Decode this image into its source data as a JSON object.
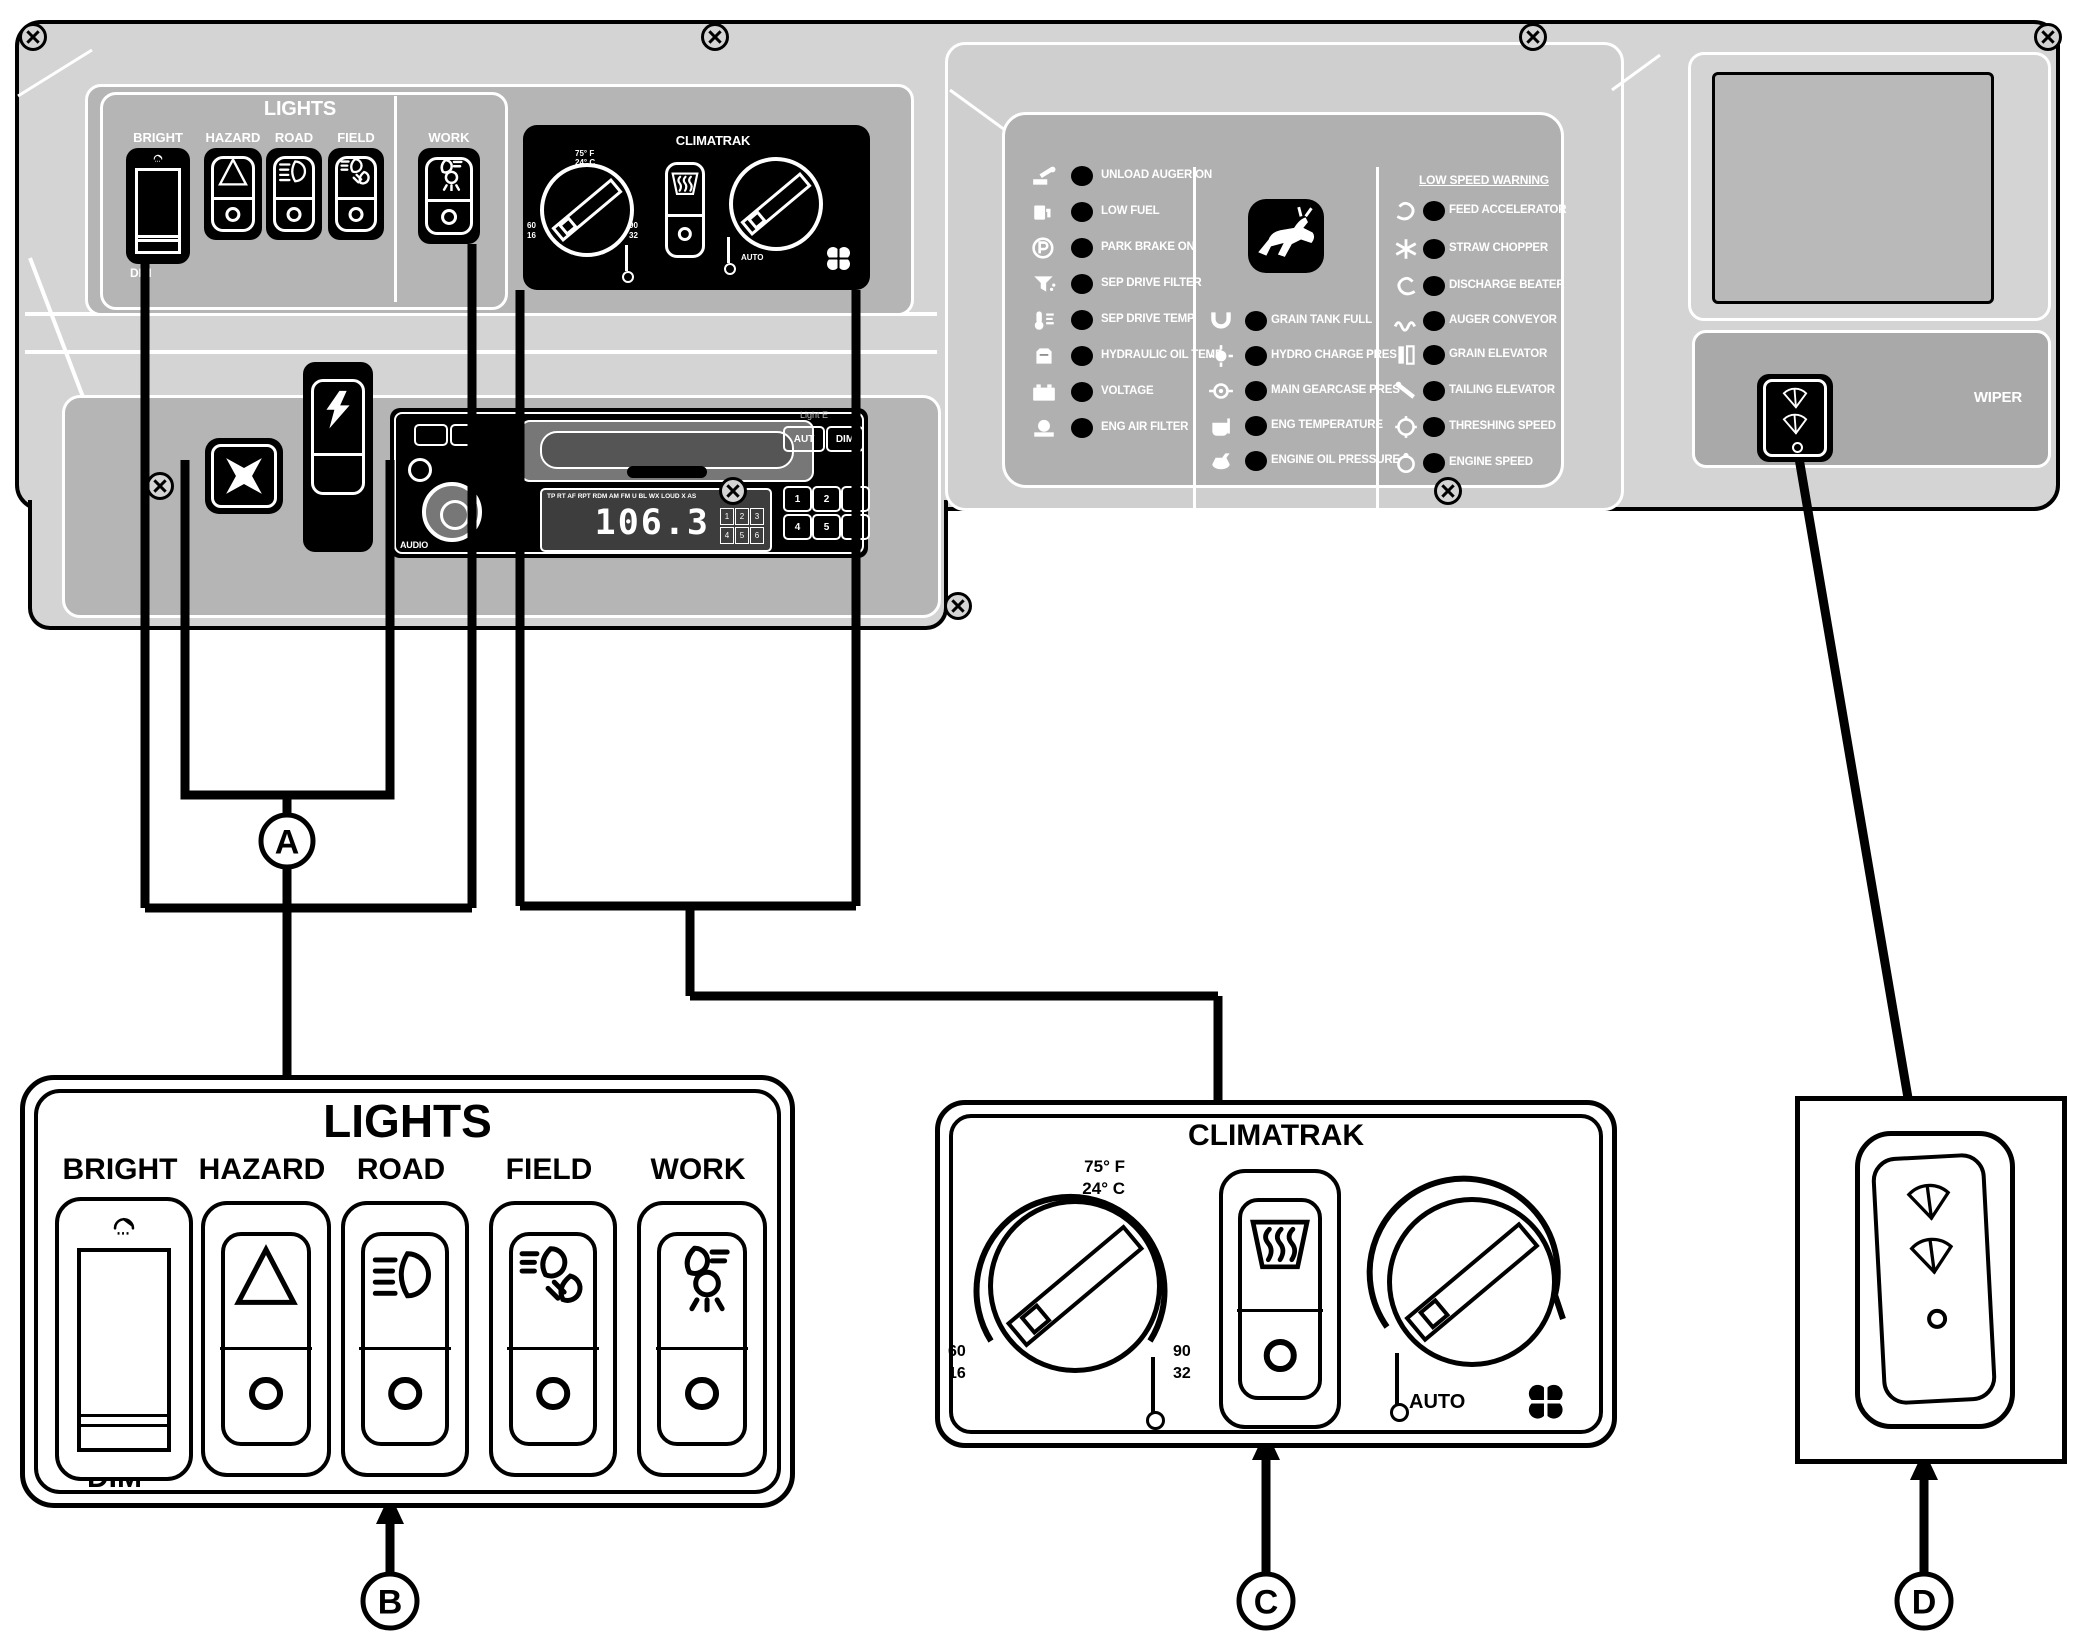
{
  "colors": {
    "surface": "#d4d4d4",
    "panel": "#b5b5b5",
    "panel_dark": "#a9a9a9",
    "ink": "#000000",
    "paper": "#ffffff"
  },
  "letters": {
    "a": "A",
    "b": "B",
    "c": "C",
    "d": "D"
  },
  "lights": {
    "title": "LIGHTS",
    "dim_label": "DIM",
    "switches": [
      {
        "label": "BRIGHT",
        "icon": "dimmer",
        "type": "slider"
      },
      {
        "label": "HAZARD",
        "icon": "hazard",
        "type": "rocker"
      },
      {
        "label": "ROAD",
        "icon": "road-beam",
        "type": "rocker"
      },
      {
        "label": "FIELD",
        "icon": "field-beam",
        "type": "rocker"
      },
      {
        "label": "WORK",
        "icon": "work-beam",
        "type": "rocker"
      }
    ]
  },
  "climatrak": {
    "title": "CLIMATRAK",
    "temp_f": "75° F",
    "temp_c": "24° C",
    "low_f": "60",
    "low_c": "16",
    "high_f": "90",
    "high_c": "32",
    "auto_label": "AUTO"
  },
  "warning_panel": {
    "low_speed_title": "LOW SPEED WARNING",
    "left_column": [
      {
        "icon": "auger",
        "label": "UNLOAD AUGER ON"
      },
      {
        "icon": "fuel",
        "label": "LOW FUEL"
      },
      {
        "icon": "park",
        "label": "PARK BRAKE ON"
      },
      {
        "icon": "filter",
        "label": "SEP DRIVE FILTER"
      },
      {
        "icon": "septemp",
        "label": "SEP DRIVE TEMP"
      },
      {
        "icon": "hydoil",
        "label": "HYDRAULIC OIL TEMP"
      },
      {
        "icon": "battery",
        "label": "VOLTAGE"
      },
      {
        "icon": "airfilter",
        "label": "ENG AIR FILTER"
      }
    ],
    "center_column": [
      {
        "icon": "graintank",
        "label": "GRAIN TANK FULL"
      },
      {
        "icon": "hydro",
        "label": "HYDRO CHARGE PRES"
      },
      {
        "icon": "gearcase",
        "label": "MAIN GEARCASE PRES"
      },
      {
        "icon": "engtemp",
        "label": "ENG TEMPERATURE"
      },
      {
        "icon": "oilpress",
        "label": "ENGINE OIL PRESSURE"
      }
    ],
    "right_column": [
      {
        "icon": "feedacc",
        "label": "FEED ACCELERATOR"
      },
      {
        "icon": "strawchop",
        "label": "STRAW CHOPPER"
      },
      {
        "icon": "dischbeat",
        "label": "DISCHARGE BEATER"
      },
      {
        "icon": "augconv",
        "label": "AUGER CONVEYOR"
      },
      {
        "icon": "grainelev",
        "label": "GRAIN ELEVATOR"
      },
      {
        "icon": "tailelev",
        "label": "TAILING ELEVATOR"
      },
      {
        "icon": "threshspeed",
        "label": "THRESHING SPEED"
      },
      {
        "icon": "engspeed",
        "label": "ENGINE SPEED"
      }
    ]
  },
  "radio": {
    "display": "106.3",
    "mode_text": "TP RT AF RPT RDM  AM FM U BL WX LOUD X AS",
    "brand_text": "Light E",
    "audio_label": "AUDIO",
    "button_auto": "AUT",
    "button_dim": "DIM",
    "presets": [
      "1",
      "2",
      "3",
      "4",
      "5",
      "6"
    ]
  },
  "wiper": {
    "title": "WIPER"
  }
}
